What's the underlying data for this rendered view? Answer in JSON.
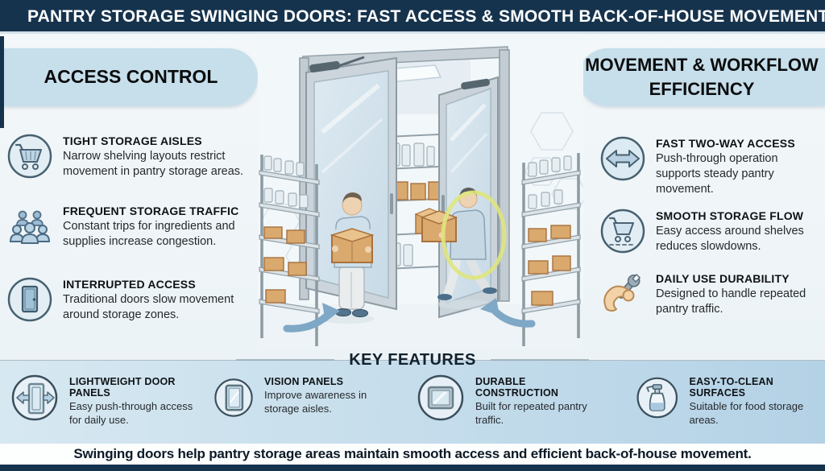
{
  "header": {
    "title": "PANTRY STORAGE SWINGING DOORS: FAST ACCESS & SMOOTH BACK-OF-HOUSE MOVEMENT"
  },
  "left_panel": {
    "title": "ACCESS CONTROL",
    "items": [
      {
        "icon": "shopping-cart-icon",
        "title": "TIGHT STORAGE AISLES",
        "desc": "Narrow shelving layouts restrict movement in pantry storage areas."
      },
      {
        "icon": "people-group-icon",
        "title": "FREQUENT STORAGE TRAFFIC",
        "desc": "Constant trips for ingredients and supplies increase congestion."
      },
      {
        "icon": "door-icon",
        "title": "INTERRUPTED ACCESS",
        "desc": "Traditional doors slow movement around storage zones."
      }
    ]
  },
  "right_panel": {
    "title": "MOVEMENT & WORKFLOW EFFICIENCY",
    "items": [
      {
        "icon": "two-way-arrow-icon",
        "title": "FAST TWO-WAY ACCESS",
        "desc": "Push-through operation supports steady pantry movement."
      },
      {
        "icon": "rolling-cart-icon",
        "title": "SMOOTH STORAGE FLOW",
        "desc": "Easy access around shelves reduces slowdowns."
      },
      {
        "icon": "muscle-wrench-icon",
        "title": "DAILY USE DURABILITY",
        "desc": "Designed to handle repeated pantry traffic."
      }
    ]
  },
  "key_features": {
    "title": "KEY FEATURES",
    "items": [
      {
        "icon": "door-arrows-icon",
        "title": "LIGHTWEIGHT DOOR PANELS",
        "desc": "Easy push-through access for daily use."
      },
      {
        "icon": "vision-panel-icon",
        "title": "VISION PANELS",
        "desc": "Improve awareness in storage aisles."
      },
      {
        "icon": "durable-panel-icon",
        "title": "DURABLE CONSTRUCTION",
        "desc": "Built for repeated pantry traffic."
      },
      {
        "icon": "spray-bottle-icon",
        "title": "EASY-TO-CLEAN SURFACES",
        "desc": "Suitable for food storage areas."
      }
    ]
  },
  "footer": {
    "tagline": "Swinging doors help pantry storage areas maintain smooth access and efficient back-of-house movement."
  },
  "colors": {
    "header_bg": "#16334d",
    "pill_bg": "#c7dfeb",
    "band_bg": "#c3dbea",
    "arrow_blue": "#7fa7c6",
    "highlight_ring": "#dfe57d",
    "cardboard": "#d9a96e"
  }
}
